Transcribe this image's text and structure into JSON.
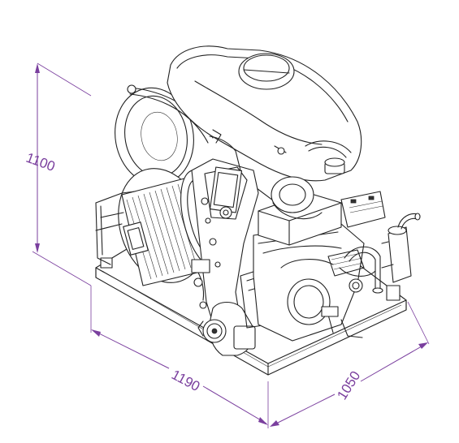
{
  "dimensions": {
    "height": "1100",
    "length": "1190",
    "depth": "1050"
  },
  "colors": {
    "dimension_line": "#7a3f9e",
    "machine_line": "#222222",
    "background": "#ffffff"
  },
  "icons": [
    "pump-unit-line-drawing"
  ]
}
